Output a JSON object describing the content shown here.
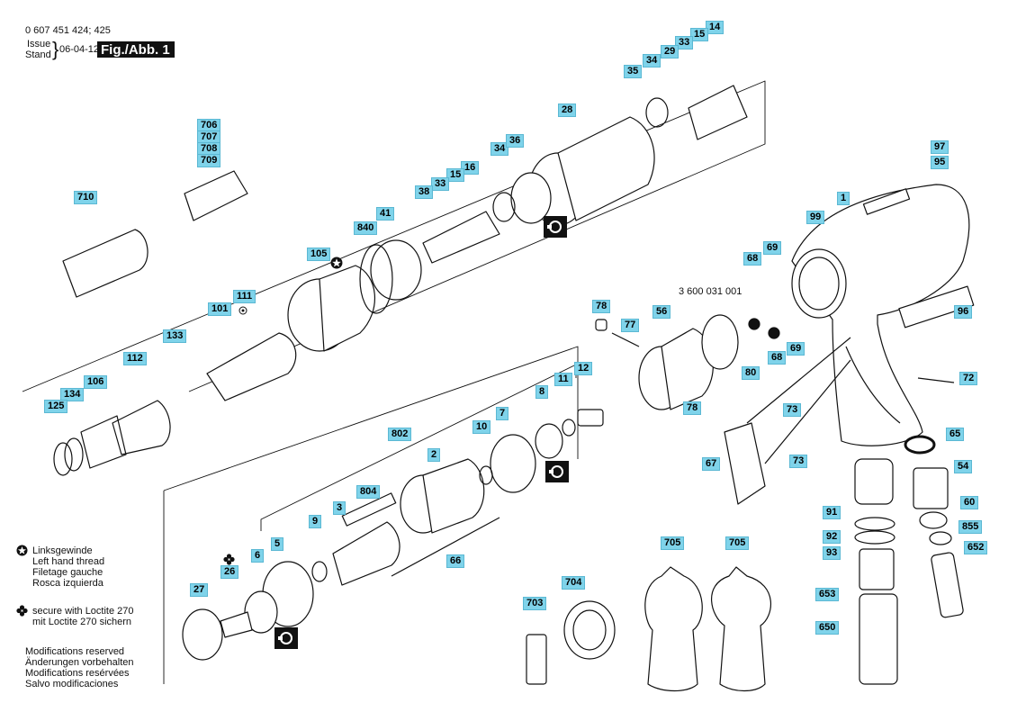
{
  "header": {
    "doc_number": "0 607 451 424; 425",
    "issue_label": "Issue",
    "stand_label": "Stand",
    "date": "06-04-12",
    "figure": "Fig./Abb. 1"
  },
  "legend": {
    "left_hand_thread": [
      "Linksgewinde",
      "Left hand thread",
      "Filetage gauche",
      "Rosca izquierda"
    ],
    "loctite": [
      "secure with Loctite 270",
      "mit Loctite 270 sichern"
    ],
    "modifications": [
      "Modifications reserved",
      "Änderungen vorbehalten",
      "Modifications resérvées",
      "Salvo modificaciones"
    ]
  },
  "part_number_label": "3 600 031 001",
  "callouts": [
    "14",
    "15",
    "33",
    "29",
    "35",
    "34",
    "28",
    "706",
    "707",
    "708",
    "709",
    "710",
    "34",
    "36",
    "16",
    "15",
    "33",
    "38",
    "41",
    "840",
    "105",
    "111",
    "101",
    "133",
    "112",
    "106",
    "134",
    "125",
    "97",
    "95",
    "1",
    "99",
    "68",
    "69",
    "78",
    "77",
    "56",
    "68",
    "69",
    "80",
    "78",
    "96",
    "72",
    "73",
    "73",
    "67",
    "65",
    "54",
    "91",
    "60",
    "855",
    "92",
    "93",
    "652",
    "653",
    "650",
    "705",
    "705",
    "704",
    "703",
    "12",
    "11",
    "8",
    "7",
    "10",
    "802",
    "2",
    "804",
    "3",
    "9",
    "6",
    "5",
    "26",
    "27",
    "66"
  ],
  "colors": {
    "callout_fill": "#7fd3ea",
    "ink": "#111111"
  }
}
